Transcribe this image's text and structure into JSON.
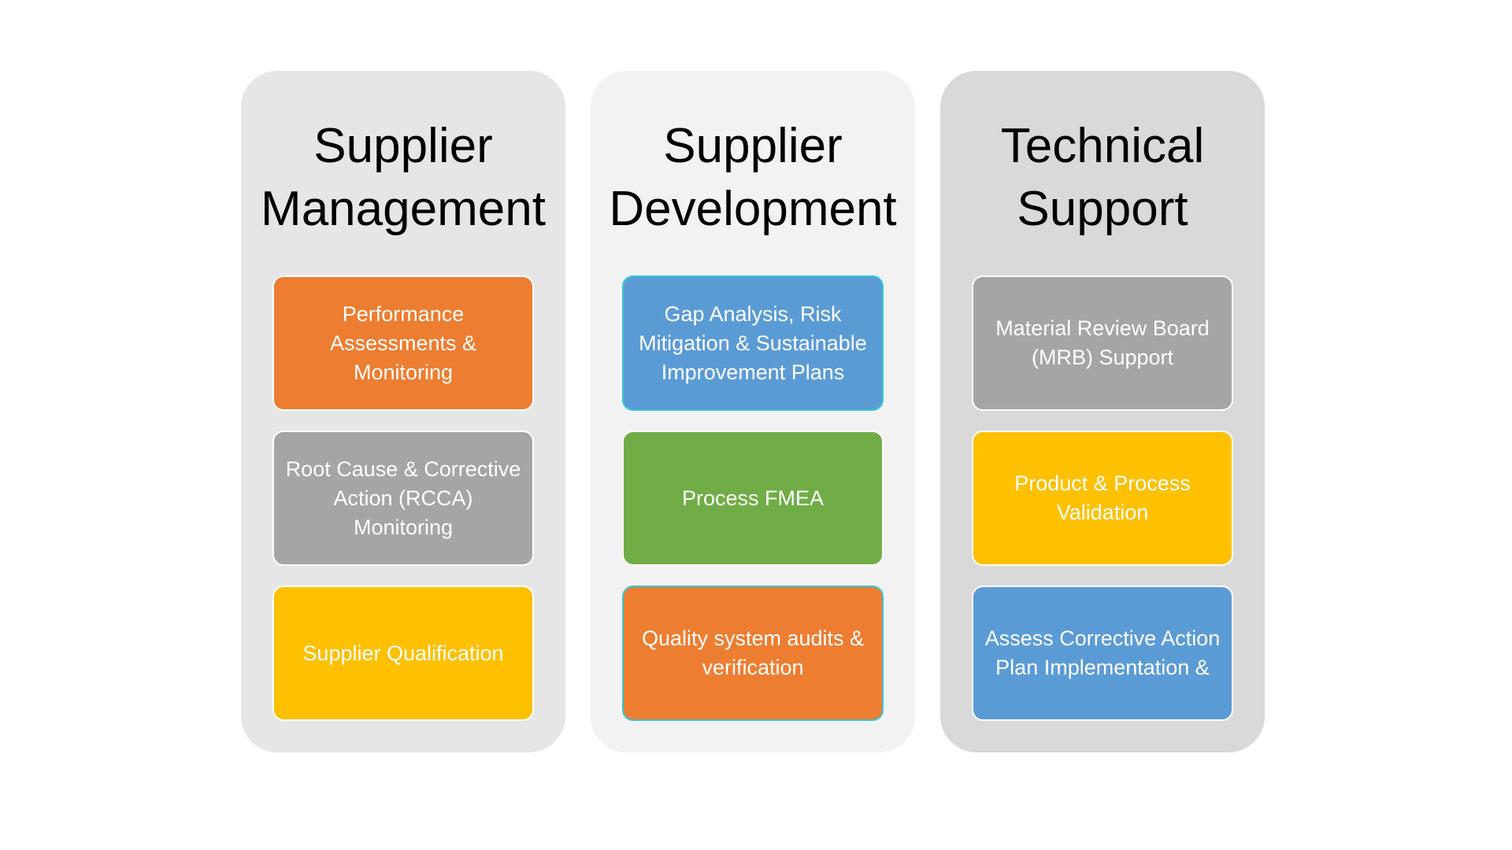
{
  "columns": [
    {
      "title": "Supplier\nManagement",
      "background": "#e6e6e6",
      "cards": [
        {
          "text": "Performance Assessments & Monitoring",
          "color": "#ed7d31",
          "border": "#ffffff"
        },
        {
          "text": "Root Cause & Corrective Action (RCCA) Monitoring",
          "color": "#a5a5a5",
          "border": "#ffffff"
        },
        {
          "text": "Supplier Qualification",
          "color": "#ffc000",
          "border": "#ffffff"
        }
      ]
    },
    {
      "title": "Supplier\nDevelopment",
      "background": "#f2f2f2",
      "cards": [
        {
          "text": "Gap Analysis, Risk Mitigation & Sustainable Improvement Plans",
          "color": "#5b9bd5",
          "border": "#36c6d6"
        },
        {
          "text": "Process FMEA",
          "color": "#70ad47",
          "border": "#ffffff"
        },
        {
          "text": "Quality system audits & verification",
          "color": "#ed7d31",
          "border": "#36c6d6"
        }
      ]
    },
    {
      "title": "Technical\nSupport",
      "background": "#d9d9d9",
      "cards": [
        {
          "text": "Material Review Board (MRB) Support",
          "color": "#a5a5a5",
          "border": "#ffffff"
        },
        {
          "text": "Product & Process Validation",
          "color": "#ffc000",
          "border": "#ffffff"
        },
        {
          "text": "Assess Corrective Action Plan Implementation &",
          "color": "#5b9bd5",
          "border": "#ffffff"
        }
      ]
    }
  ]
}
